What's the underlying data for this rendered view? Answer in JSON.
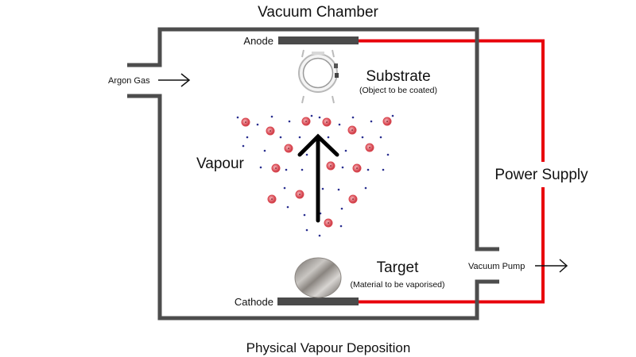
{
  "title": "Vacuum Chamber",
  "caption": "Physical Vapour Deposition",
  "labels": {
    "anode": "Anode",
    "cathode": "Cathode",
    "argon_gas": "Argon Gas",
    "vacuum_pump": "Vacuum Pump",
    "power_supply": "Power Supply",
    "vapour": "Vapour",
    "substrate": "Substrate",
    "substrate_note": "(Object to be coated)",
    "target": "Target",
    "target_note": "(Material to be vaporised)"
  },
  "colors": {
    "chamber_wall": "#4d4d4d",
    "electrode": "#4a4a4a",
    "power_wire": "#e8000b",
    "particle_red": "#d9474f",
    "particle_blue": "#2a2f8f",
    "arrow": "#000000"
  },
  "icons": {
    "substrate": "watch-case-icon",
    "target": "metal-disc-icon"
  }
}
